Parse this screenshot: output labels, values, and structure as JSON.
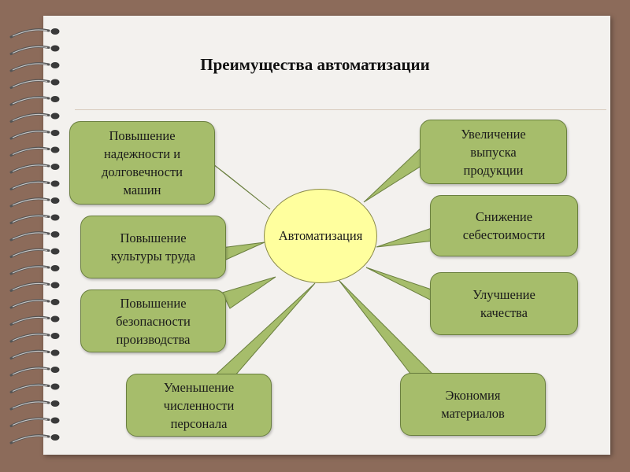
{
  "title": "Преимущества автоматизации",
  "center": "Автоматизация",
  "items": [
    "Повышение\nнадежности и\nдолговечности\nмашин",
    "Повышение\nкультуры труда",
    "Повышение\nбезопасности\nпроизводства",
    "Уменьшение\nчисленности\nперсонала",
    "Увеличение\nвыпуска\nпродукции",
    "Снижение\nсебестоимости",
    "Улучшение\nкачества",
    "Экономия\nматериалов"
  ],
  "colors": {
    "box_fill": "#a6bd6b",
    "box_border": "#6a7f3f",
    "center_fill": "#ffff9e",
    "background": "#8c6b5a"
  }
}
